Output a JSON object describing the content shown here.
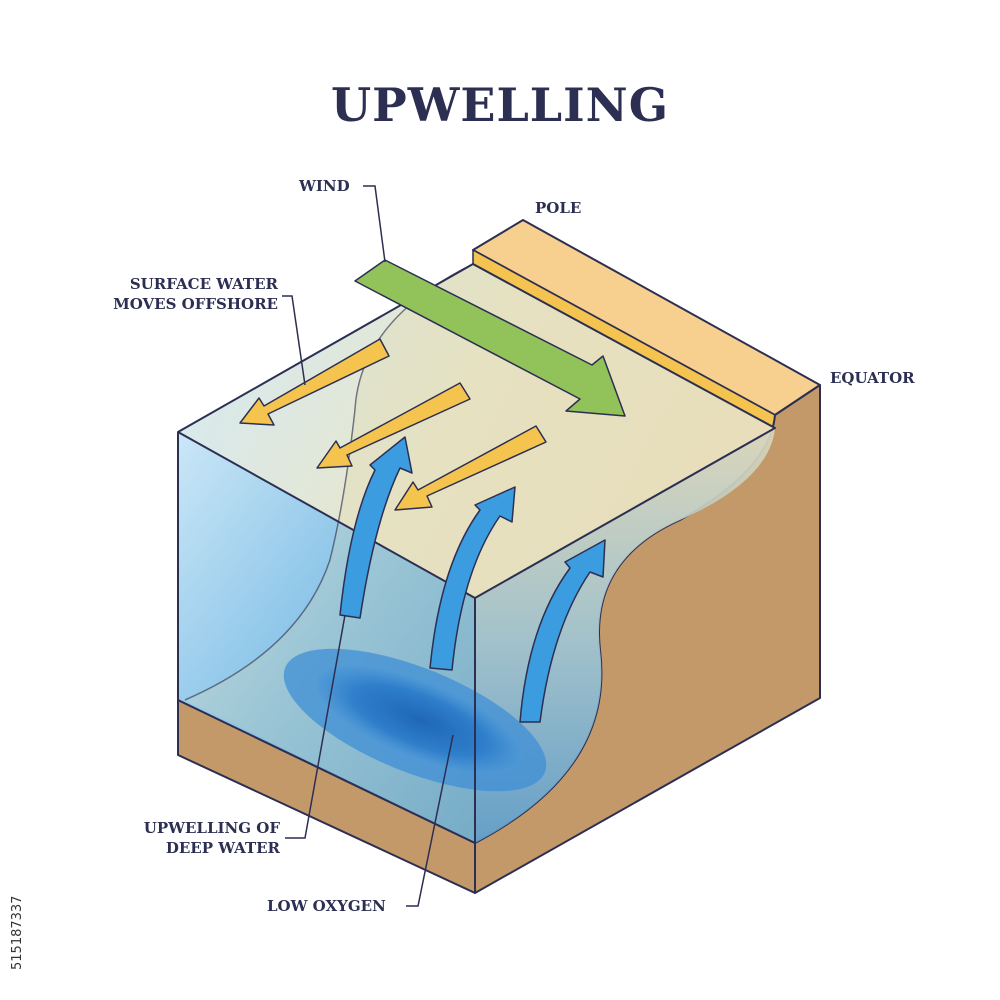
{
  "title": "UPWELLING",
  "labels": {
    "wind": "WIND",
    "pole": "POLE",
    "equator": "EQUATOR",
    "surface_line1": "SURFACE WATER",
    "surface_line2": "MOVES OFFSHORE",
    "upwelling_line1": "UPWELLING OF",
    "upwelling_line2": "DEEP WATER",
    "low_oxygen": "LOW OXYGEN"
  },
  "stock_id": "515187337",
  "colors": {
    "outline": "#2c2f52",
    "water_light": "#bfe0f2",
    "water_dark": "#3f8fce",
    "land_top": "#f7cf8e",
    "land_side": "#c4996a",
    "wind_arrow": "#92c25a",
    "surface_arrow": "#f5c44e",
    "upwelling_arrow": "#3b9ce0",
    "low_oxygen_zone": "#2571c2"
  }
}
